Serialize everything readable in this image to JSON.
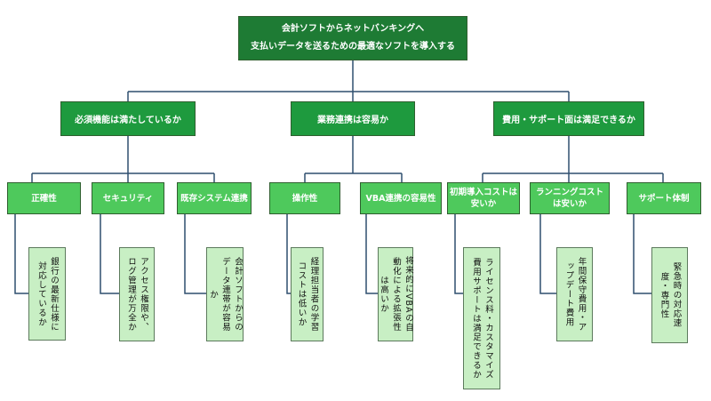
{
  "root": {
    "line1": "会計ソフトからネットバンキングへ",
    "line2": "支払いデータを送るための最適なソフトを導入する"
  },
  "categories": [
    {
      "label": "必須機能は満たしているか",
      "items": [
        {
          "label": "正確性",
          "detail": "銀行の最新仕様に対応しているか"
        },
        {
          "label": "セキュリティ",
          "detail": "アクセス権限や、ログ管理が万全か"
        },
        {
          "label": "既存システム連携",
          "detail": "会計ソフトからのデータ連帯が容易か"
        }
      ]
    },
    {
      "label": "業務連携は容易か",
      "items": [
        {
          "label": "操作性",
          "detail": "経理担当者の学習コストは低いか"
        },
        {
          "label": "VBA連携の容易性",
          "detail": "将来的にVBAの自動化による拡張性は高いか"
        }
      ]
    },
    {
      "label": "費用・サポート面は満足できるか",
      "items": [
        {
          "label": "初期導入コストは安いか",
          "detail": "ライセンス料・カスタマイズ費用サポートは満足できるか"
        },
        {
          "label": "ランニングコストは安いか",
          "detail": "年間保守費用・アップデート費用"
        },
        {
          "label": "サポート体制",
          "detail": "緊急時の対応速度・専門性"
        }
      ]
    }
  ],
  "colors": {
    "root": "#1e7b34",
    "level1": "#1e9a3e",
    "level2": "#4ec95c",
    "leaf": "#c8efc4",
    "connector": "#2f4f6f"
  }
}
